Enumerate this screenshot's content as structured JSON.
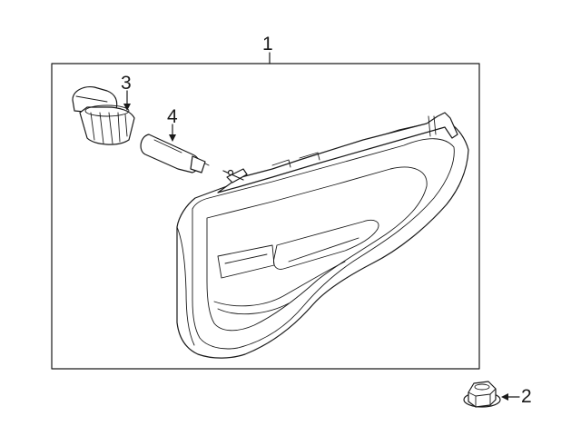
{
  "callouts": {
    "tail_lamp_assembly": "1",
    "nut": "2",
    "bulb_socket": "3",
    "bulb": "4"
  }
}
